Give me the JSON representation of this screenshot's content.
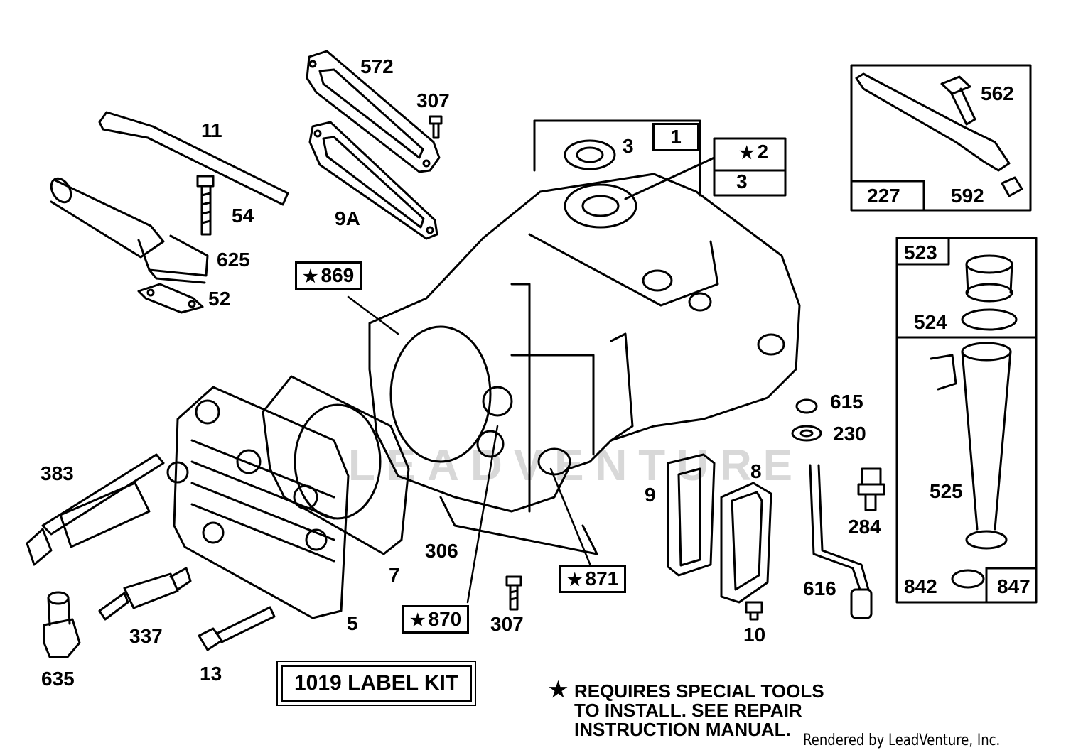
{
  "watermark": "LEADVENTURE",
  "labels": {
    "l11": "11",
    "l54": "54",
    "l625": "625",
    "l52": "52",
    "l572": "572",
    "l307a": "307",
    "l9A": "9A",
    "l3a": "3",
    "l1": "1",
    "l2": "2",
    "l3b": "3",
    "l562": "562",
    "l227": "227",
    "l592": "592",
    "l523": "523",
    "l524": "524",
    "l525": "525",
    "l842": "842",
    "l847": "847",
    "l869": "869",
    "l615": "615",
    "l230": "230",
    "l284": "284",
    "l383": "383",
    "l9": "9",
    "l8": "8",
    "l616": "616",
    "l10": "10",
    "l306": "306",
    "l7": "7",
    "l871": "871",
    "l870": "870",
    "l307b": "307",
    "l5": "5",
    "l337": "337",
    "l13": "13",
    "l635": "635"
  },
  "label_kit": "1019 LABEL KIT",
  "note": {
    "line1": "REQUIRES SPECIAL TOOLS",
    "line2": "TO INSTALL.  SEE REPAIR",
    "line3": "INSTRUCTION MANUAL."
  },
  "credit": "Rendered by LeadVenture, Inc."
}
